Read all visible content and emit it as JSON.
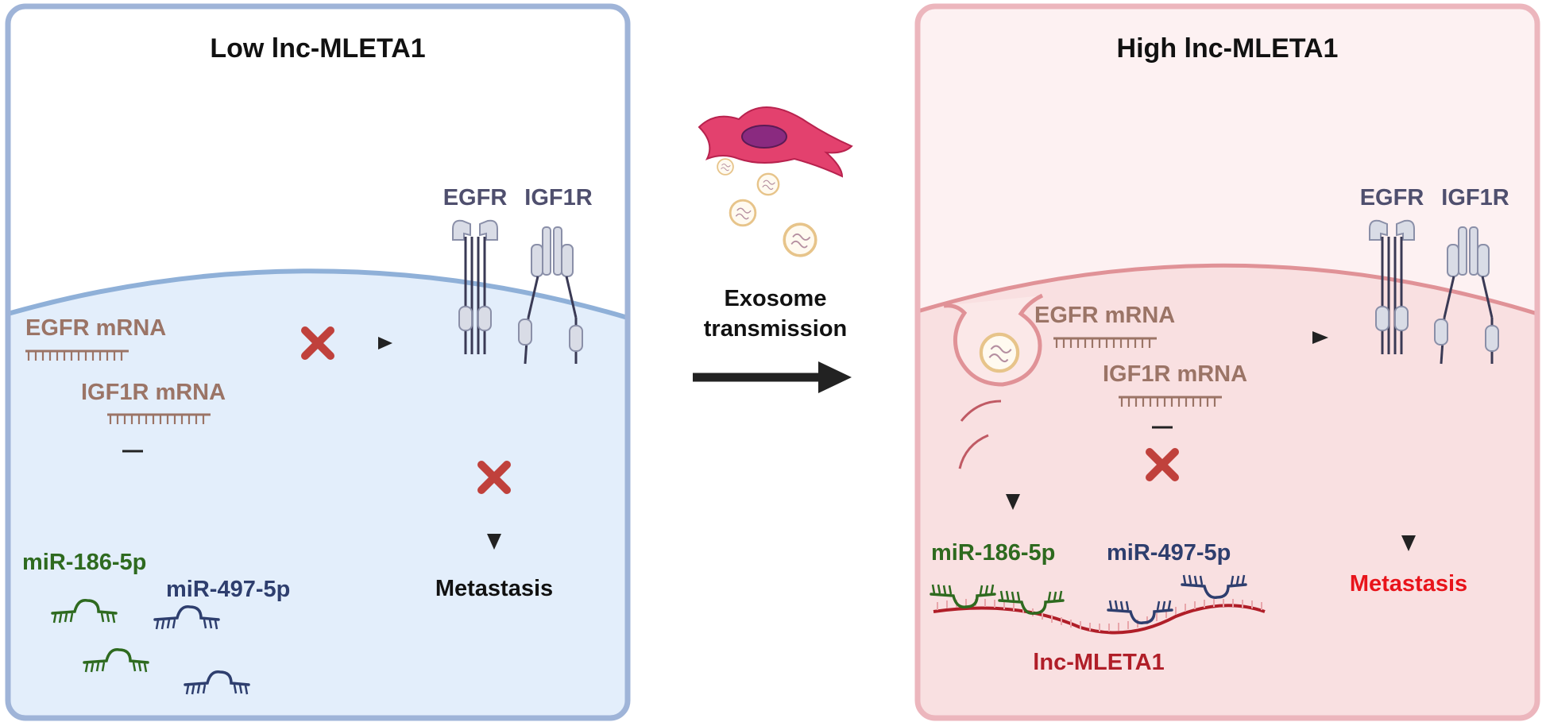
{
  "left_panel": {
    "title": "Low lnc-MLETA1",
    "egfr_label": "EGFR",
    "igf1r_label": "IGF1R",
    "egfr_mrna": "EGFR mRNA",
    "igf1r_mrna": "IGF1R mRNA",
    "mir186": "miR-186-5p",
    "mir497": "miR-497-5p",
    "outcome": "Metastasis"
  },
  "middle": {
    "caption_line1": "Exosome",
    "caption_line2": "transmission"
  },
  "right_panel": {
    "title": "High lnc-MLETA1",
    "egfr_label": "EGFR",
    "igf1r_label": "IGF1R",
    "egfr_mrna": "EGFR mRNA",
    "igf1r_mrna": "IGF1R mRNA",
    "mir186": "miR-186-5p",
    "mir497": "miR-497-5p",
    "lncrna": "lnc-MLETA1",
    "outcome": "Metastasis"
  },
  "colors": {
    "left_border": "#9fb4d8",
    "left_cell": "#e3eefb",
    "left_membrane": "#8fb0d8",
    "right_border": "#ecb6bd",
    "right_bg": "#fdf1f2",
    "right_cell": "#f9e0e1",
    "right_membrane": "#e09297",
    "mrna": "#9b7466",
    "green_mir": "#2e6a1f",
    "blue_mir": "#2e3e6e",
    "lncrna": "#b01e28",
    "inhibit_x": "#c0413c",
    "metastasis_high": "#e8141b",
    "receptor_label": "#4f4f6e"
  }
}
